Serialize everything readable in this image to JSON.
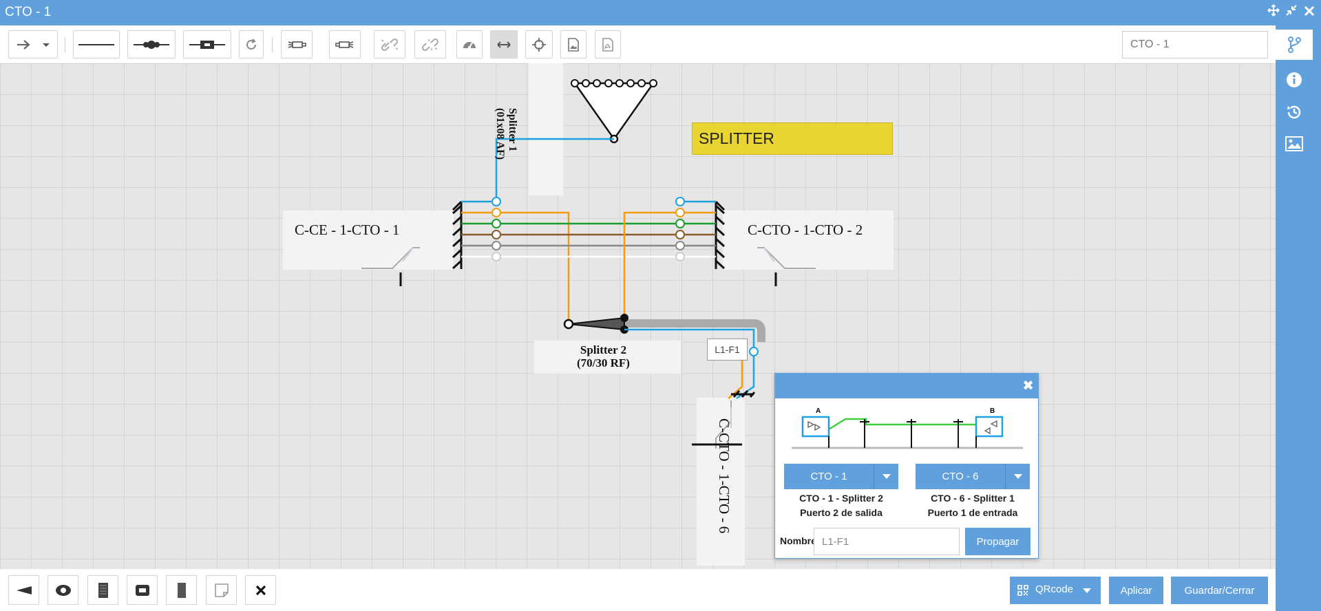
{
  "window": {
    "title": "CTO - 1"
  },
  "toolbar": {
    "search_value": "CTO - 1"
  },
  "canvas": {
    "splitter1_label_line1": "Splitter 1",
    "splitter1_label_line2": "(01x08 AF)",
    "splitter2_label_line1": "Splitter 2",
    "splitter2_label_line2": "(70/30 RF)",
    "cable_left": "C-CE - 1-CTO - 1",
    "cable_right": "C-CTO - 1-CTO - 2",
    "cable_bottom": "C-CTO - 1-CTO - 6",
    "splitter_note": "SPLITTER",
    "fiber_tag": "L1-F1",
    "fiber_colors": [
      "#1ea1e0",
      "#f39c12",
      "#1a9d2f",
      "#8b5a2b",
      "#888888",
      "#ffffff"
    ],
    "accent": "#5fa0dd"
  },
  "popup": {
    "endpoint_a_marker": "A",
    "endpoint_b_marker": "B",
    "endpoint_a_select": "CTO - 1",
    "endpoint_b_select": "CTO - 6",
    "endpoint_a_line1": "CTO - 1 - Splitter 2",
    "endpoint_a_line2": "Puerto 2 de salida",
    "endpoint_b_line1": "CTO - 6 - Splitter 1",
    "endpoint_b_line2": "Puerto 1 de entrada",
    "name_label": "Nombre",
    "name_value": "L1-F1",
    "propagate_label": "Propagar"
  },
  "footer": {
    "qrcode_label": "QRcode",
    "apply_label": "Aplicar",
    "save_close_label": "Guardar/Cerrar"
  }
}
